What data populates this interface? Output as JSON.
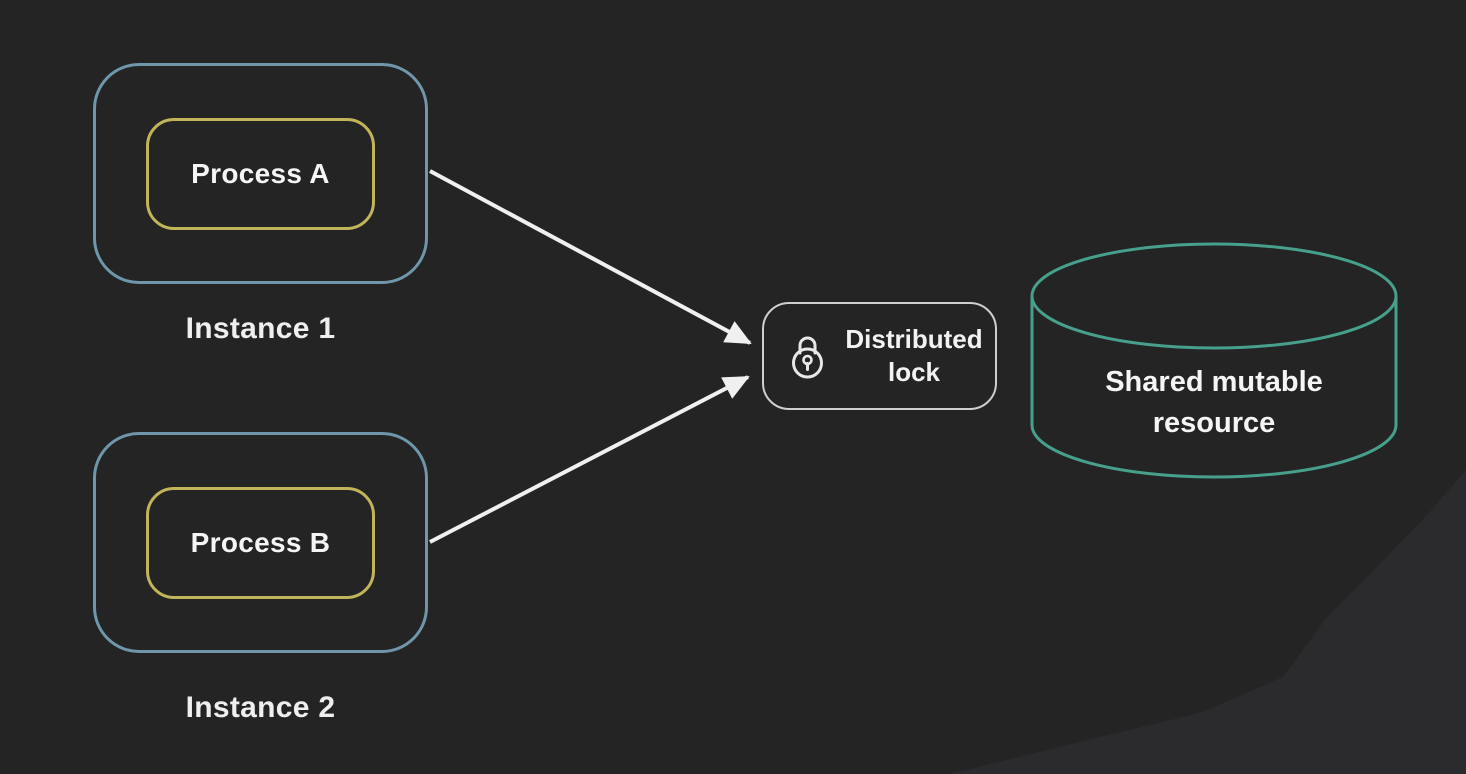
{
  "diagram": {
    "instances": [
      {
        "label": "Instance 1",
        "process": "Process A"
      },
      {
        "label": "Instance 2",
        "process": "Process B"
      }
    ],
    "lock_node": {
      "label": "Distributed lock"
    },
    "resource_node": {
      "label": "Shared mutable resource"
    },
    "edges": [
      {
        "from": "Process A",
        "to": "Distributed lock"
      },
      {
        "from": "Process B",
        "to": "Distributed lock"
      }
    ],
    "colors": {
      "background": "#242424",
      "background_light_wedge": "#2b2b2d",
      "instance_border": "#6f96aa",
      "process_border": "#c2b459",
      "lock_border": "#cfcfcf",
      "lock_icon_stroke": "#e8e8e8",
      "resource_border": "#46a08c",
      "arrow": "#f0f0f0",
      "text": "#f2f2f2"
    }
  }
}
